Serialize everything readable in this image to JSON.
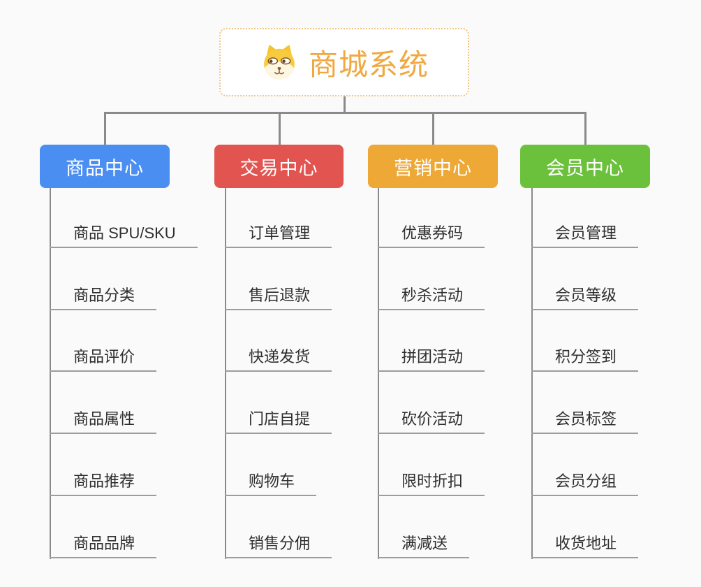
{
  "root": {
    "title": "商城系统",
    "icon": "dog-face-icon"
  },
  "branches": [
    {
      "label": "商品中心",
      "color": "#4b8ef2",
      "items": [
        "商品 SPU/SKU",
        "商品分类",
        "商品评价",
        "商品属性",
        "商品推荐",
        "商品品牌"
      ]
    },
    {
      "label": "交易中心",
      "color": "#e25450",
      "items": [
        "订单管理",
        "售后退款",
        "快递发货",
        "门店自提",
        "购物车",
        "销售分佣"
      ]
    },
    {
      "label": "营销中心",
      "color": "#eda836",
      "items": [
        "优惠券码",
        "秒杀活动",
        "拼团活动",
        "砍价活动",
        "限时折扣",
        "满减送"
      ]
    },
    {
      "label": "会员中心",
      "color": "#6cc13c",
      "items": [
        "会员管理",
        "会员等级",
        "积分签到",
        "会员标签",
        "会员分组",
        "收货地址"
      ]
    }
  ],
  "colors": {
    "background": "#fafafa",
    "root_border": "#f2c482",
    "root_text": "#f0a840",
    "connector": "#8a8a8a",
    "leaf_underline": "#9c9c9c",
    "leaf_text": "#2e2e2e"
  }
}
